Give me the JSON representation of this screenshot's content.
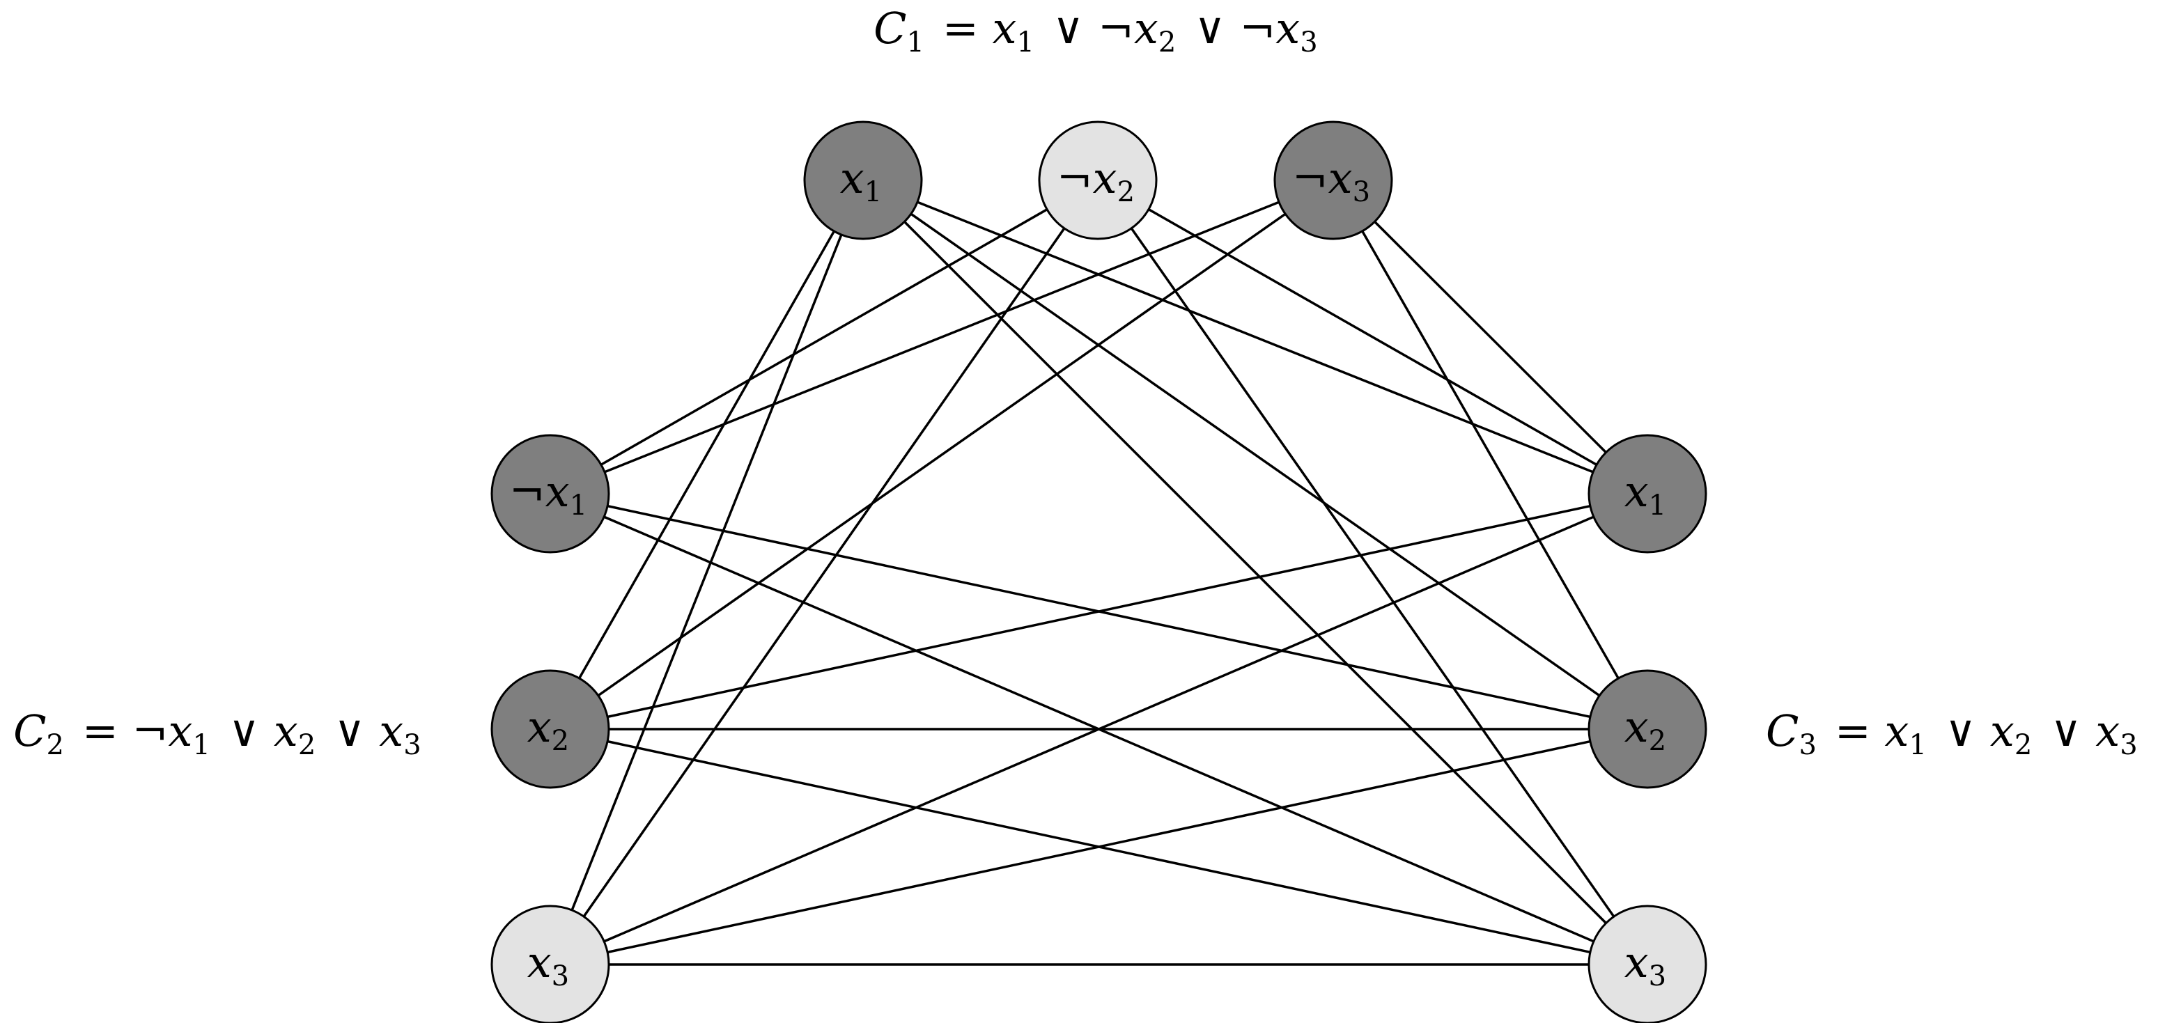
{
  "clauses": [
    {
      "id": "C1",
      "label": "C₁ = x₁ ∨ ¬x₂ ∨ ¬x₃",
      "literals": [
        {
          "id": "c1_x1",
          "label": "x₁",
          "selected": true
        },
        {
          "id": "c1_nx2",
          "label": "¬x₂",
          "selected": false
        },
        {
          "id": "c1_nx3",
          "label": "¬x₃",
          "selected": true
        }
      ]
    },
    {
      "id": "C2",
      "label": "C₂ = ¬x₁ ∨ x₂ ∨ x₃",
      "literals": [
        {
          "id": "c2_nx1",
          "label": "¬x₁",
          "selected": true
        },
        {
          "id": "c2_x2",
          "label": "x₂",
          "selected": true
        },
        {
          "id": "c2_x3",
          "label": "x₃",
          "selected": false
        }
      ]
    },
    {
      "id": "C3",
      "label": "C₃ = x₁ ∨ x₂ ∨ x₃",
      "literals": [
        {
          "id": "c3_x1",
          "label": "x₁",
          "selected": true
        },
        {
          "id": "c3_x2",
          "label": "x₂",
          "selected": true
        },
        {
          "id": "c3_x3",
          "label": "x₃",
          "selected": false
        }
      ]
    }
  ],
  "edges": [
    [
      "c1_x1",
      "c2_x2"
    ],
    [
      "c1_x1",
      "c2_x3"
    ],
    [
      "c1_x1",
      "c3_x1"
    ],
    [
      "c1_x1",
      "c3_x2"
    ],
    [
      "c1_x1",
      "c3_x3"
    ],
    [
      "c1_nx2",
      "c2_nx1"
    ],
    [
      "c1_nx2",
      "c2_x3"
    ],
    [
      "c1_nx2",
      "c3_x1"
    ],
    [
      "c1_nx2",
      "c3_x3"
    ],
    [
      "c1_nx3",
      "c2_nx1"
    ],
    [
      "c1_nx3",
      "c2_x2"
    ],
    [
      "c1_nx3",
      "c3_x1"
    ],
    [
      "c1_nx3",
      "c3_x2"
    ],
    [
      "c2_nx1",
      "c3_x2"
    ],
    [
      "c2_nx1",
      "c3_x3"
    ],
    [
      "c2_x2",
      "c3_x1"
    ],
    [
      "c2_x2",
      "c3_x2"
    ],
    [
      "c2_x2",
      "c3_x3"
    ],
    [
      "c2_x3",
      "c3_x1"
    ],
    [
      "c2_x3",
      "c3_x2"
    ],
    [
      "c2_x3",
      "c3_x3"
    ]
  ],
  "colors": {
    "selected_fill": "#7f7f7f",
    "unselected_fill": "#e3e3e3",
    "edge": "#000000",
    "outline": "#000000"
  }
}
